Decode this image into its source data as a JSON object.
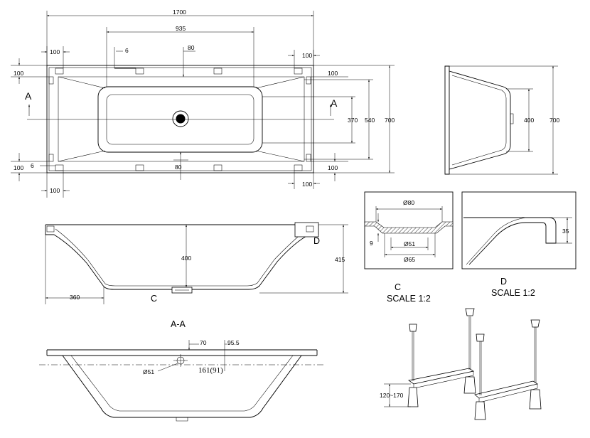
{
  "top_view": {
    "length": "1700",
    "inner_length": "935",
    "offset_6_top": "6",
    "offset_80_top": "80",
    "leg_100_tl": "100",
    "leg_100_tr": "100",
    "leg_100_left_top": "100",
    "leg_100_right_top": "100",
    "leg_100_left_bottom": "100",
    "leg_100_right_bottom": "100",
    "leg_100_bl": "100",
    "leg_100_br": "100",
    "offset_6_bottom": "6",
    "offset_80_bottom": "80",
    "inner_width": "370",
    "bottom_width": "540",
    "width": "700",
    "section_mark_left": "A",
    "section_mark_right": "A"
  },
  "side_view": {
    "width": "700",
    "end_height": "400"
  },
  "long_section": {
    "inner_depth": "400",
    "total_depth": "415",
    "bottom_offset": "360",
    "detail_c_mark": "C",
    "detail_d_mark": "D"
  },
  "detail_c": {
    "dia_top": "Ø80",
    "dia_mid": "Ø51",
    "dia_bottom": "Ø65",
    "thickness": "9",
    "label": "C",
    "scale": "SCALE 1:2"
  },
  "detail_d": {
    "rim_height": "35",
    "label": "D",
    "scale": "SCALE 1:2"
  },
  "section_aa": {
    "title": "A-A",
    "dim_70": "70",
    "dim_955": "95.5",
    "drain_dia": "Ø51",
    "depth": "161(91)"
  },
  "legs": {
    "adjust": "120~170"
  }
}
